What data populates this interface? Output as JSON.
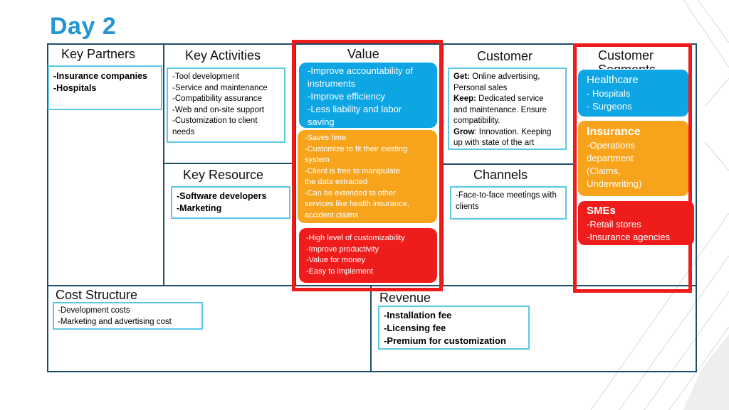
{
  "title": "Day 2",
  "colors": {
    "accent_blue": "#2196d3",
    "frame": "#1f4e6b",
    "box_border": "#5bc8e6",
    "highlight_red": "#ee1b1b",
    "pill_blue": "#0ea5e4",
    "pill_orange": "#f7a41c",
    "pill_red": "#ef1c1c"
  },
  "key_partners": {
    "title": "Key Partners",
    "items": [
      "-Insurance companies",
      "-Hospitals"
    ]
  },
  "key_activities": {
    "title": "Key Activities",
    "items": [
      "-Tool development",
      "-Service and maintenance",
      "-Compatibility assurance",
      "-Web and on-site support",
      "-Customization to client",
      "needs"
    ]
  },
  "key_resource": {
    "title": "Key Resource",
    "items": [
      "-Software developers",
      "-Marketing"
    ]
  },
  "value": {
    "title": "Value",
    "blue_items": [
      "-Improve accountability of",
      "instruments",
      "-Improve efficiency",
      "-Less liability and labor",
      "saving"
    ],
    "orange_items": [
      "-Saves time",
      "-Customize to fit their existing",
      "system",
      "-Client is free to manipulate",
      "the data extracted",
      "-Can be extended to other",
      "services like health insurance,",
      "accident claims"
    ],
    "red_items": [
      "-High level of customizability",
      "-Improve productivity",
      "-Value for money",
      "-Easy to implement"
    ]
  },
  "customer_relationships": {
    "title": "Customer",
    "items": [
      {
        "key": "Get:",
        "text": " Online advertising,"
      },
      {
        "key": "",
        "text": "Personal sales"
      },
      {
        "key": "Keep:",
        "text": " Dedicated service"
      },
      {
        "key": "",
        "text": "and maintenance. Ensure"
      },
      {
        "key": "",
        "text": "compatibility."
      },
      {
        "key": "Grow",
        "text": ": Innovation. Keeping"
      },
      {
        "key": "",
        "text": "up with state of the art"
      }
    ]
  },
  "channels": {
    "title": "Channels",
    "items": [
      "-Face-to-face meetings with",
      "clients"
    ]
  },
  "customer_segments": {
    "title": "Customer",
    "title_cut": "Segments",
    "healthcare": {
      "head": "Healthcare",
      "items": [
        "- Hospitals",
        "- Surgeons"
      ]
    },
    "insurance": {
      "head": "Insurance",
      "items": [
        "-Operations",
        "department",
        "(Claims,",
        "Underwriting)"
      ]
    },
    "smes": {
      "head": "SMEs",
      "items": [
        "-Retail stores",
        "-Insurance agencies"
      ]
    }
  },
  "cost_structure": {
    "title": "Cost Structure",
    "items": [
      "-Development costs",
      "-Marketing and advertising cost"
    ]
  },
  "revenue": {
    "title": "Revenue",
    "items": [
      "-Installation fee",
      "-Licensing fee",
      "-Premium for customization"
    ]
  }
}
